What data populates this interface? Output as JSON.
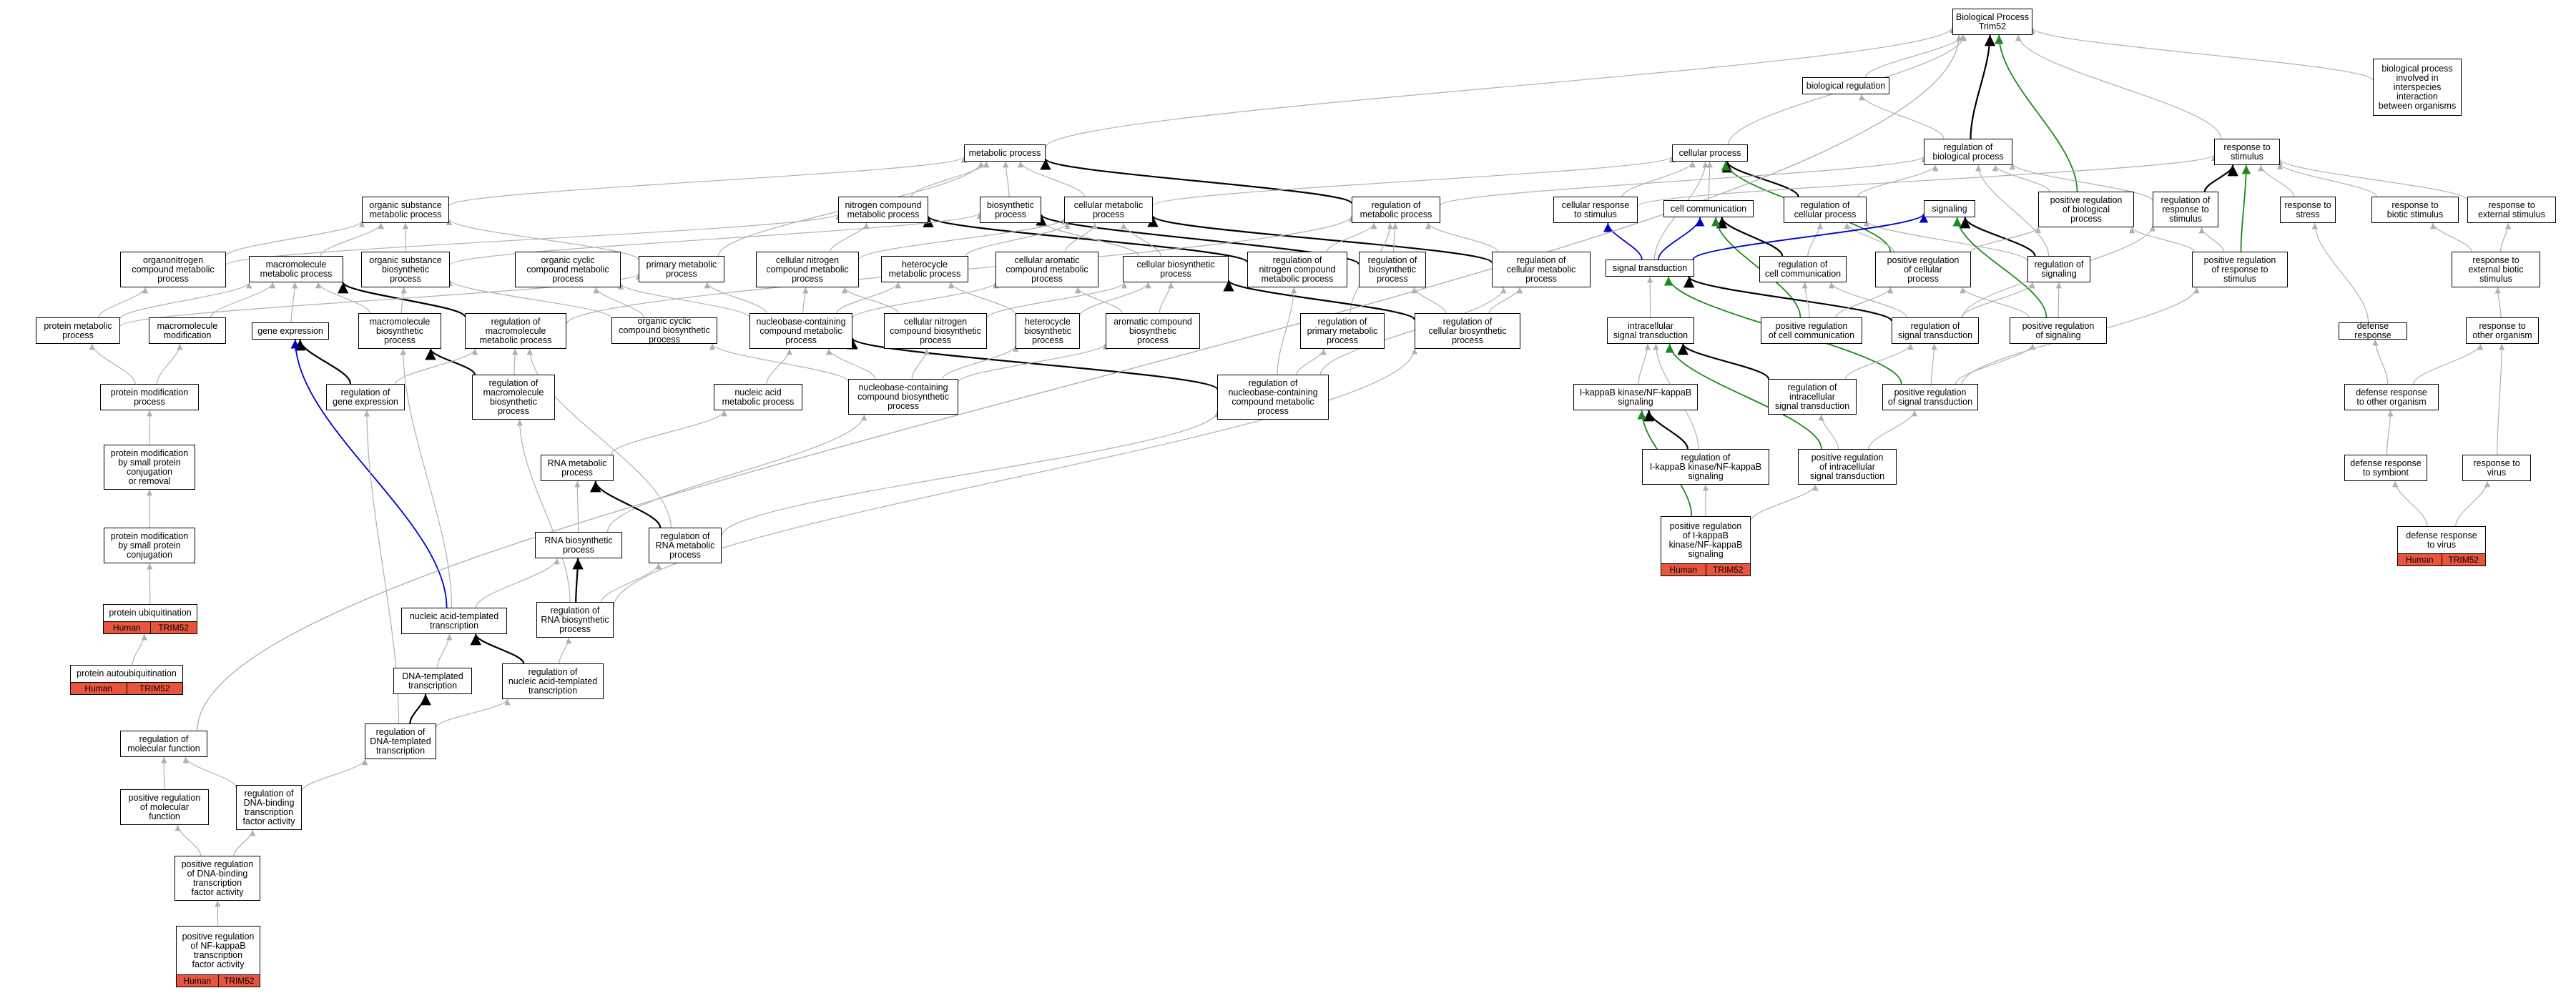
{
  "colors": {
    "annotation": "#e8553f",
    "edge_grey": "#b0b0b0",
    "edge_black": "#000000",
    "edge_blue": "#0000cc",
    "edge_green": "#1b8a1b"
  },
  "nodes": [
    {
      "id": "root",
      "label": "Biological Process\nTrim52"
    },
    {
      "id": "bioreg",
      "label": "biological regulation"
    },
    {
      "id": "interspecies",
      "label": "biological process\ninvolved in\ninterspecies\ninteraction\nbetween organisms"
    },
    {
      "id": "metproc",
      "label": "metabolic process"
    },
    {
      "id": "cellproc",
      "label": "cellular process"
    },
    {
      "id": "regbio",
      "label": "regulation of\nbiological process"
    },
    {
      "id": "respstim",
      "label": "response to\nstimulus"
    },
    {
      "id": "orgsub",
      "label": "organic substance\nmetabolic process"
    },
    {
      "id": "nitro",
      "label": "nitrogen compound\nmetabolic process"
    },
    {
      "id": "biosyn",
      "label": "biosynthetic\nprocess"
    },
    {
      "id": "cellmet",
      "label": "cellular metabolic\nprocess"
    },
    {
      "id": "regmet",
      "label": "regulation of\nmetabolic process"
    },
    {
      "id": "cellresp",
      "label": "cellular response\nto stimulus"
    },
    {
      "id": "cellcomm",
      "label": "cell communication"
    },
    {
      "id": "regcellproc",
      "label": "regulation of\ncellular process"
    },
    {
      "id": "signaling",
      "label": "signaling"
    },
    {
      "id": "posregbio",
      "label": "positive regulation\nof biological\nprocess"
    },
    {
      "id": "regresp",
      "label": "regulation of\nresponse to\nstimulus"
    },
    {
      "id": "respstress",
      "label": "response to\nstress"
    },
    {
      "id": "respbiotic",
      "label": "response to\nbiotic stimulus"
    },
    {
      "id": "respext",
      "label": "response to\nexternal stimulus"
    },
    {
      "id": "orgnitro",
      "label": "organonitrogen\ncompound metabolic\nprocess"
    },
    {
      "id": "macromet",
      "label": "macromolecule\nmetabolic process"
    },
    {
      "id": "orgsubbio",
      "label": "organic substance\nbiosynthetic\nprocess"
    },
    {
      "id": "orgcyc",
      "label": "organic cyclic\ncompound metabolic\nprocess"
    },
    {
      "id": "primmet",
      "label": "primary metabolic\nprocess"
    },
    {
      "id": "cellnitro",
      "label": "cellular nitrogen\ncompound metabolic\nprocess"
    },
    {
      "id": "heteromet",
      "label": "heterocycle\nmetabolic process"
    },
    {
      "id": "cellarom",
      "label": "cellular aromatic\ncompound metabolic\nprocess"
    },
    {
      "id": "cellbio",
      "label": "cellular biosynthetic\nprocess"
    },
    {
      "id": "regnitro",
      "label": "regulation of\nnitrogen compound\nmetabolic process"
    },
    {
      "id": "regbiosyn",
      "label": "regulation of\nbiosynthetic\nprocess"
    },
    {
      "id": "regcellmet",
      "label": "regulation of\ncellular metabolic\nprocess"
    },
    {
      "id": "sigtrans",
      "label": "signal transduction"
    },
    {
      "id": "regcellcomm",
      "label": "regulation of\ncell communication"
    },
    {
      "id": "posregcellproc",
      "label": "positive regulation\nof cellular\nprocess"
    },
    {
      "id": "regsignaling",
      "label": "regulation of\nsignaling"
    },
    {
      "id": "posregresp",
      "label": "positive regulation\nof response to\nstimulus"
    },
    {
      "id": "respbioext",
      "label": "response to\nexternal biotic\nstimulus"
    },
    {
      "id": "protmet",
      "label": "protein metabolic\nprocess"
    },
    {
      "id": "macromod",
      "label": "macromolecule\nmodification"
    },
    {
      "id": "geneexp",
      "label": "gene expression"
    },
    {
      "id": "macrobio",
      "label": "macromolecule\nbiosynthetic\nprocess"
    },
    {
      "id": "regmacromet",
      "label": "regulation of\nmacromolecule\nmetabolic process"
    },
    {
      "id": "orgcycbio",
      "label": "organic cyclic\ncompound biosynthetic\nprocess"
    },
    {
      "id": "nucbase",
      "label": "nucleobase-containing\ncompound metabolic\nprocess"
    },
    {
      "id": "cellnitrobio",
      "label": "cellular nitrogen\ncompound biosynthetic\nprocess"
    },
    {
      "id": "heterobio",
      "label": "heterocycle\nbiosynthetic\nprocess"
    },
    {
      "id": "arombio",
      "label": "aromatic compound\nbiosynthetic\nprocess"
    },
    {
      "id": "regprim",
      "label": "regulation of\nprimary metabolic\nprocess"
    },
    {
      "id": "regcellbio",
      "label": "regulation of\ncellular biosynthetic\nprocess"
    },
    {
      "id": "intrasig",
      "label": "intracellular\nsignal transduction"
    },
    {
      "id": "posregcellcomm",
      "label": "positive regulation\nof cell communication"
    },
    {
      "id": "regsigtrans",
      "label": "regulation of\nsignal transduction"
    },
    {
      "id": "posregsignaling",
      "label": "positive regulation\nof signaling"
    },
    {
      "id": "defresp",
      "label": "defense response"
    },
    {
      "id": "respother",
      "label": "response to\nother organism"
    },
    {
      "id": "protmodproc",
      "label": "protein modification\nprocess"
    },
    {
      "id": "reggeneexp",
      "label": "regulation of\ngene expression"
    },
    {
      "id": "regmacrobio",
      "label": "regulation of\nmacromolecule\nbiosynthetic\nprocess"
    },
    {
      "id": "nucacidmet",
      "label": "nucleic acid\nmetabolic process"
    },
    {
      "id": "nucbasebio",
      "label": "nucleobase-containing\ncompound biosynthetic\nprocess"
    },
    {
      "id": "regnucbase",
      "label": "regulation of\nnucleobase-containing\ncompound metabolic\nprocess"
    },
    {
      "id": "ikk",
      "label": "I-kappaB kinase/NF-kappaB\nsignaling"
    },
    {
      "id": "regintrasig",
      "label": "regulation of\nintracellular\nsignal transduction"
    },
    {
      "id": "posregsigtrans",
      "label": "positive regulation\nof signal transduction"
    },
    {
      "id": "defother",
      "label": "defense response\nto other organism"
    },
    {
      "id": "protmodsmall",
      "label": "protein modification\nby small protein\nconjugation\nor removal"
    },
    {
      "id": "rnamet",
      "label": "RNA metabolic\nprocess"
    },
    {
      "id": "regikk",
      "label": "regulation of\nI-kappaB kinase/NF-kappaB\nsignaling"
    },
    {
      "id": "posregintrasig",
      "label": "positive regulation\nof intracellular\nsignal transduction"
    },
    {
      "id": "defsymb",
      "label": "defense response\nto symbiont"
    },
    {
      "id": "respvirus",
      "label": "response to\nvirus"
    },
    {
      "id": "protmodconj",
      "label": "protein modification\nby small protein\nconjugation"
    },
    {
      "id": "rnabio",
      "label": "RNA biosynthetic\nprocess"
    },
    {
      "id": "regrnamet",
      "label": "regulation of\nRNA metabolic\nprocess"
    },
    {
      "id": "posregikk",
      "label": "positive regulation\nof I-kappaB\nkinase/NF-kappaB\nsignaling",
      "tags": [
        "Human",
        "TRIM52"
      ]
    },
    {
      "id": "defvirus",
      "label": "defense response\nto virus",
      "tags": [
        "Human",
        "TRIM52"
      ]
    },
    {
      "id": "protubiq",
      "label": "protein ubiquitination",
      "tags": [
        "Human",
        "TRIM52"
      ]
    },
    {
      "id": "nucacidtx",
      "label": "nucleic acid-templated\ntranscription"
    },
    {
      "id": "regrnabio",
      "label": "regulation of\nRNA biosynthetic\nprocess"
    },
    {
      "id": "protautoubiq",
      "label": "protein autoubiquitination",
      "tags": [
        "Human",
        "TRIM52"
      ]
    },
    {
      "id": "dnatx",
      "label": "DNA-templated\ntranscription"
    },
    {
      "id": "regnucacidtx",
      "label": "regulation of\nnucleic acid-templated\ntranscription"
    },
    {
      "id": "regdnatx",
      "label": "regulation of\nDNA-templated\ntranscription"
    },
    {
      "id": "regmolfunc",
      "label": "regulation of\nmolecular function"
    },
    {
      "id": "posregmolfunc",
      "label": "positive regulation\nof molecular\nfunction"
    },
    {
      "id": "regdnabind",
      "label": "regulation of\nDNA-binding\ntranscription\nfactor activity"
    },
    {
      "id": "posregdnabind",
      "label": "positive regulation\nof DNA-binding\ntranscription\nfactor activity"
    },
    {
      "id": "posregnfkb",
      "label": "positive regulation\nof NF-kappaB\ntranscription\nfactor activity",
      "tags": [
        "Human",
        "TRIM52"
      ]
    }
  ],
  "edges": [
    [
      "bioreg",
      "root",
      "grey"
    ],
    [
      "interspecies",
      "root",
      "grey"
    ],
    [
      "metproc",
      "root",
      "grey"
    ],
    [
      "cellproc",
      "root",
      "grey"
    ],
    [
      "regbio",
      "root",
      "black"
    ],
    [
      "respstim",
      "root",
      "grey"
    ],
    [
      "posregbio",
      "root",
      "green"
    ],
    [
      "regmolfunc",
      "root",
      "grey"
    ],
    [
      "regbio",
      "bioreg",
      "grey"
    ],
    [
      "orgsub",
      "metproc",
      "grey"
    ],
    [
      "nitro",
      "metproc",
      "grey"
    ],
    [
      "biosyn",
      "metproc",
      "grey"
    ],
    [
      "cellmet",
      "metproc",
      "grey"
    ],
    [
      "regmet",
      "metproc",
      "black"
    ],
    [
      "primmet",
      "metproc",
      "grey"
    ],
    [
      "cellmet",
      "cellproc",
      "grey"
    ],
    [
      "cellresp",
      "cellproc",
      "grey"
    ],
    [
      "cellcomm",
      "cellproc",
      "grey"
    ],
    [
      "regcellproc",
      "cellproc",
      "black"
    ],
    [
      "posregcellproc",
      "cellproc",
      "green"
    ],
    [
      "sigtrans",
      "cellproc",
      "grey"
    ],
    [
      "regmet",
      "regbio",
      "grey"
    ],
    [
      "regcellproc",
      "regbio",
      "grey"
    ],
    [
      "regsignaling",
      "regbio",
      "grey"
    ],
    [
      "posregbio",
      "regbio",
      "grey"
    ],
    [
      "regresp",
      "regbio",
      "grey"
    ],
    [
      "cellresp",
      "respstim",
      "grey"
    ],
    [
      "regresp",
      "respstim",
      "black"
    ],
    [
      "posregresp",
      "respstim",
      "green"
    ],
    [
      "respstress",
      "respstim",
      "grey"
    ],
    [
      "respbiotic",
      "respstim",
      "grey"
    ],
    [
      "respext",
      "respstim",
      "grey"
    ],
    [
      "orgnitro",
      "orgsub",
      "grey"
    ],
    [
      "macromet",
      "orgsub",
      "grey"
    ],
    [
      "orgsubbio",
      "orgsub",
      "grey"
    ],
    [
      "primmet",
      "orgsub",
      "grey"
    ],
    [
      "cellnitro",
      "nitro",
      "grey"
    ],
    [
      "regnitro",
      "nitro",
      "black"
    ],
    [
      "orgnitro",
      "nitro",
      "grey"
    ],
    [
      "cellbio",
      "biosyn",
      "grey"
    ],
    [
      "regbiosyn",
      "biosyn",
      "black"
    ],
    [
      "orgsubbio",
      "biosyn",
      "grey"
    ],
    [
      "cellnitro",
      "cellmet",
      "grey"
    ],
    [
      "cellarom",
      "cellmet",
      "grey"
    ],
    [
      "cellbio",
      "cellmet",
      "grey"
    ],
    [
      "regcellmet",
      "cellmet",
      "black"
    ],
    [
      "heteromet",
      "cellmet",
      "grey"
    ],
    [
      "regnitro",
      "regmet",
      "grey"
    ],
    [
      "regbiosyn",
      "regmet",
      "grey"
    ],
    [
      "regcellmet",
      "regmet",
      "grey"
    ],
    [
      "regprim",
      "regmet",
      "grey"
    ],
    [
      "regmacromet",
      "regmet",
      "grey"
    ],
    [
      "sigtrans",
      "cellresp",
      "blue"
    ],
    [
      "sigtrans",
      "cellcomm",
      "blue"
    ],
    [
      "regcellcomm",
      "cellcomm",
      "black"
    ],
    [
      "posregcellcomm",
      "cellcomm",
      "green"
    ],
    [
      "regcellcomm",
      "regcellproc",
      "grey"
    ],
    [
      "posregcellproc",
      "regcellproc",
      "grey"
    ],
    [
      "regsignaling",
      "regcellproc",
      "grey"
    ],
    [
      "sigtrans",
      "signaling",
      "blue"
    ],
    [
      "regsignaling",
      "signaling",
      "black"
    ],
    [
      "posregsignaling",
      "signaling",
      "green"
    ],
    [
      "posregcellproc",
      "posregbio",
      "grey"
    ],
    [
      "posregresp",
      "posregbio",
      "grey"
    ],
    [
      "posregresp",
      "regresp",
      "grey"
    ],
    [
      "regsigtrans",
      "regresp",
      "grey"
    ],
    [
      "protmet",
      "orgnitro",
      "grey"
    ],
    [
      "protmet",
      "macromet",
      "grey"
    ],
    [
      "macromod",
      "macromet",
      "grey"
    ],
    [
      "geneexp",
      "macromet",
      "grey"
    ],
    [
      "macrobio",
      "macromet",
      "grey"
    ],
    [
      "regmacromet",
      "macromet",
      "black"
    ],
    [
      "macrobio",
      "orgsubbio",
      "grey"
    ],
    [
      "orgcycbio",
      "orgsubbio",
      "grey"
    ],
    [
      "nucbase",
      "orgcyc",
      "grey"
    ],
    [
      "orgcycbio",
      "orgcyc",
      "grey"
    ],
    [
      "nucbase",
      "primmet",
      "grey"
    ],
    [
      "protmet",
      "primmet",
      "grey"
    ],
    [
      "nucbase",
      "cellnitro",
      "grey"
    ],
    [
      "cellnitrobio",
      "cellnitro",
      "grey"
    ],
    [
      "nucbase",
      "heteromet",
      "grey"
    ],
    [
      "heterobio",
      "heteromet",
      "grey"
    ],
    [
      "nucbase",
      "cellarom",
      "grey"
    ],
    [
      "arombio",
      "cellarom",
      "grey"
    ],
    [
      "cellnitrobio",
      "cellbio",
      "grey"
    ],
    [
      "heterobio",
      "cellbio",
      "grey"
    ],
    [
      "arombio",
      "cellbio",
      "grey"
    ],
    [
      "regcellbio",
      "cellbio",
      "black"
    ],
    [
      "regnucbase",
      "regnitro",
      "grey"
    ],
    [
      "regcellbio",
      "regbiosyn",
      "grey"
    ],
    [
      "regcellbio",
      "regcellmet",
      "grey"
    ],
    [
      "regnucbase",
      "regcellmet",
      "grey"
    ],
    [
      "regnucbase",
      "regprim",
      "grey"
    ],
    [
      "intrasig",
      "sigtrans",
      "grey"
    ],
    [
      "regsigtrans",
      "sigtrans",
      "black"
    ],
    [
      "posregsigtrans",
      "sigtrans",
      "green"
    ],
    [
      "regsigtrans",
      "regcellcomm",
      "grey"
    ],
    [
      "posregcellcomm",
      "regcellcomm",
      "grey"
    ],
    [
      "posregcellcomm",
      "posregcellproc",
      "grey"
    ],
    [
      "posregsignaling",
      "posregcellproc",
      "grey"
    ],
    [
      "regsigtrans",
      "regsignaling",
      "grey"
    ],
    [
      "posregsignaling",
      "regsignaling",
      "grey"
    ],
    [
      "posregsigtrans",
      "posregresp",
      "grey"
    ],
    [
      "respother",
      "respbioext",
      "grey"
    ],
    [
      "respbioext",
      "respbiotic",
      "grey"
    ],
    [
      "respbioext",
      "respext",
      "grey"
    ],
    [
      "protmodproc",
      "protmet",
      "grey"
    ],
    [
      "protmodproc",
      "macromod",
      "grey"
    ],
    [
      "reggeneexp",
      "geneexp",
      "black"
    ],
    [
      "nucacidtx",
      "geneexp",
      "blue"
    ],
    [
      "regmacrobio",
      "macrobio",
      "black"
    ],
    [
      "nucacidtx",
      "macrobio",
      "grey"
    ],
    [
      "regmacrobio",
      "regmacromet",
      "grey"
    ],
    [
      "reggeneexp",
      "regmacromet",
      "grey"
    ],
    [
      "nucbasebio",
      "orgcycbio",
      "grey"
    ],
    [
      "nucacidmet",
      "nucbase",
      "grey"
    ],
    [
      "nucbasebio",
      "nucbase",
      "grey"
    ],
    [
      "regnucbase",
      "nucbase",
      "black"
    ],
    [
      "nucbasebio",
      "cellnitrobio",
      "grey"
    ],
    [
      "nucbasebio",
      "heterobio",
      "grey"
    ],
    [
      "nucbasebio",
      "arombio",
      "grey"
    ],
    [
      "regikk",
      "intrasig",
      "grey"
    ],
    [
      "ikk",
      "intrasig",
      "grey"
    ],
    [
      "regintrasig",
      "intrasig",
      "black"
    ],
    [
      "posregintrasig",
      "intrasig",
      "green"
    ],
    [
      "posregsigtrans",
      "regsigtrans",
      "grey"
    ],
    [
      "regintrasig",
      "regsigtrans",
      "grey"
    ],
    [
      "posregsigtrans",
      "posregsignaling",
      "grey"
    ],
    [
      "defresp",
      "respstress",
      "grey"
    ],
    [
      "defother",
      "defresp",
      "grey"
    ],
    [
      "defother",
      "respother",
      "grey"
    ],
    [
      "respvirus",
      "respother",
      "grey"
    ],
    [
      "protmodsmall",
      "protmodproc",
      "grey"
    ],
    [
      "regdnatx",
      "reggeneexp",
      "grey"
    ],
    [
      "regrnamet",
      "regmacromet",
      "grey"
    ],
    [
      "regrnamet",
      "regnucbase",
      "grey"
    ],
    [
      "rnamet",
      "nucacidmet",
      "grey"
    ],
    [
      "rnabio",
      "nucbasebio",
      "grey"
    ],
    [
      "regikk",
      "ikk",
      "black"
    ],
    [
      "posregikk",
      "ikk",
      "green"
    ],
    [
      "posregintrasig",
      "regintrasig",
      "grey"
    ],
    [
      "posregintrasig",
      "posregsigtrans",
      "grey"
    ],
    [
      "defsymb",
      "defother",
      "grey"
    ],
    [
      "defvirus",
      "defsymb",
      "grey"
    ],
    [
      "defvirus",
      "respvirus",
      "grey"
    ],
    [
      "protmodconj",
      "protmodsmall",
      "grey"
    ],
    [
      "regrnamet",
      "rnamet",
      "black"
    ],
    [
      "rnabio",
      "rnamet",
      "grey"
    ],
    [
      "posregikk",
      "regikk",
      "grey"
    ],
    [
      "posregikk",
      "posregintrasig",
      "grey"
    ],
    [
      "protubiq",
      "protmodconj",
      "grey"
    ],
    [
      "regrnabio",
      "rnabio",
      "black"
    ],
    [
      "nucacidtx",
      "rnabio",
      "grey"
    ],
    [
      "regrnabio",
      "regrnamet",
      "grey"
    ],
    [
      "regrnabio",
      "regcellbio",
      "grey"
    ],
    [
      "regrnabio",
      "regmacrobio",
      "grey"
    ],
    [
      "protautoubiq",
      "protubiq",
      "grey"
    ],
    [
      "dnatx",
      "nucacidtx",
      "grey"
    ],
    [
      "regnucacidtx",
      "nucacidtx",
      "black"
    ],
    [
      "regnucacidtx",
      "regrnabio",
      "grey"
    ],
    [
      "regdnatx",
      "dnatx",
      "black"
    ],
    [
      "regdnatx",
      "regnucacidtx",
      "grey"
    ],
    [
      "regmolfunc",
      "root",
      "grey"
    ],
    [
      "posregmolfunc",
      "regmolfunc",
      "grey"
    ],
    [
      "regdnabind",
      "regmolfunc",
      "grey"
    ],
    [
      "regdnabind",
      "regdnatx",
      "grey"
    ],
    [
      "posregdnabind",
      "posregmolfunc",
      "grey"
    ],
    [
      "posregdnabind",
      "regdnabind",
      "grey"
    ],
    [
      "posregnfkb",
      "posregdnabind",
      "grey"
    ]
  ]
}
